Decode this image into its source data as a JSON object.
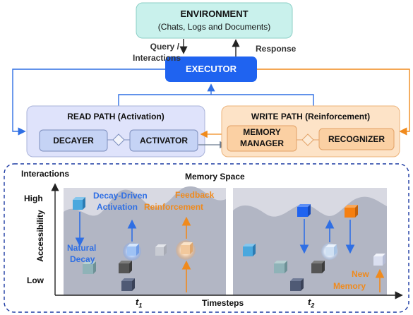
{
  "environment": {
    "title": "ENVIRONMENT",
    "subtitle": "(Chats, Logs and Documents)"
  },
  "edges": {
    "query": "Query /",
    "interactions": "Interactions",
    "response": "Response"
  },
  "executor": {
    "label": "EXECUTOR"
  },
  "read_path": {
    "title": "READ PATH (Activation)",
    "decayer": "DECAYER",
    "activator": "ACTIVATOR"
  },
  "write_path": {
    "title": "WRITE PATH (Reinforcement)",
    "memory_manager_line1": "MEMORY",
    "memory_manager_line2": "MANAGER",
    "recognizer": "RECOGNIZER"
  },
  "memory_space": {
    "title": "Memory Space",
    "y_axis_top": "Interactions",
    "y_axis_label": "Accessibility",
    "y_high": "High",
    "y_low": "Low",
    "x_axis_label": "Timesteps",
    "t1": "t",
    "t1_sub": "1",
    "t2": "t",
    "t2_sub": "2",
    "annotations": {
      "decay_driven_1": "Decay-Driven",
      "decay_driven_2": "Activation",
      "feedback_1": "Feedback",
      "feedback_2": "Reinforcement",
      "natural_1": "Natural",
      "natural_2": "Decay",
      "new_1": "New",
      "new_2": "Memory"
    }
  },
  "colors": {
    "environment_fill": "#c9f1ec",
    "executor_fill": "#1f63f0",
    "read_fill": "#dfe3fb",
    "write_fill": "#fde3c7",
    "blue": "#2f6fe4",
    "orange": "#f08a1c",
    "panel": "#d6d8e2"
  }
}
